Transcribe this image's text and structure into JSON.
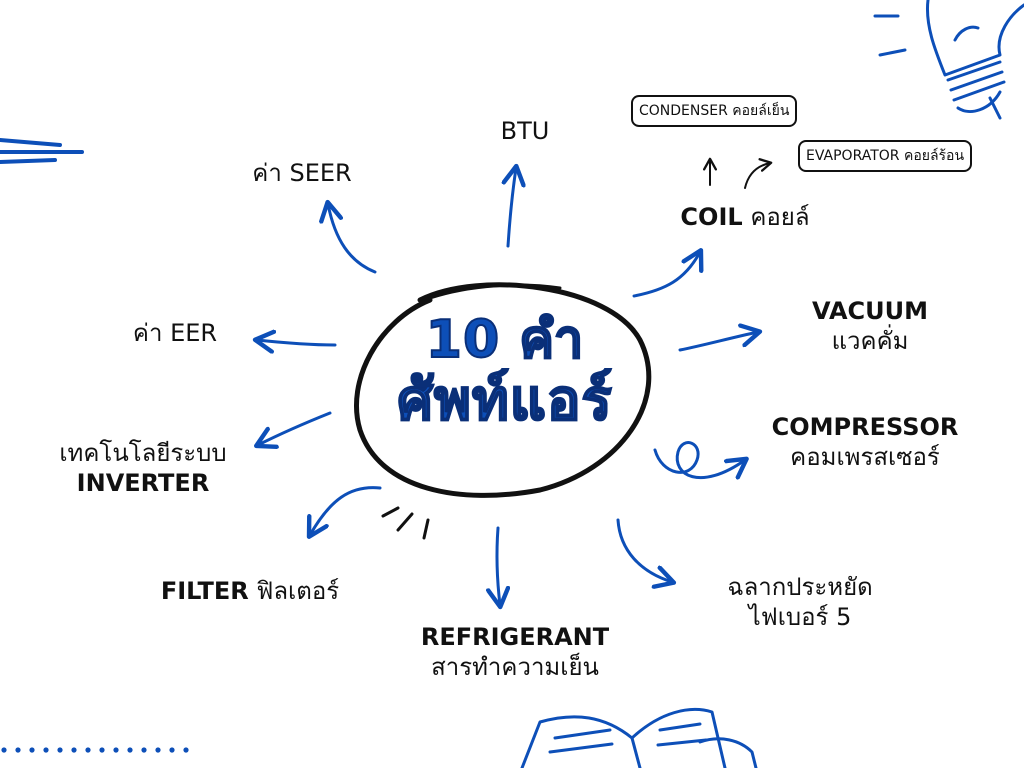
{
  "title": {
    "line1": "10 คำ",
    "line2": "ศัพท์แอร์"
  },
  "terms": {
    "btu": "BTU",
    "seer": "ค่า SEER",
    "eer": "ค่า EER",
    "inverter_thai": "เทคโนโลยีระบบ",
    "inverter_en": "INVERTER",
    "filter_en": "FILTER",
    "filter_thai": "ฟิลเตอร์",
    "refrigerant_en": "REFRIGERANT",
    "refrigerant_thai": "สารทำความเย็น",
    "label5_line1": "ฉลากประหยัด",
    "label5_line2": "ไฟเบอร์ 5",
    "compressor_en": "COMPRESSOR",
    "compressor_thai": "คอมเพรสเซอร์",
    "vacuum_en": "VACUUM",
    "vacuum_thai": "แวคคั่ม",
    "coil_en": "COIL",
    "coil_thai": "คอยล์",
    "condenser": "CONDENSER คอยล์เย็น",
    "evaporator": "EVAPORATOR คอยล์ร้อน"
  },
  "icons": [
    "lightbulb-icon",
    "open-book-icon"
  ],
  "colors": {
    "accent": "#0d4fb8",
    "title_outline": "#0a2f78",
    "text": "#111111"
  }
}
